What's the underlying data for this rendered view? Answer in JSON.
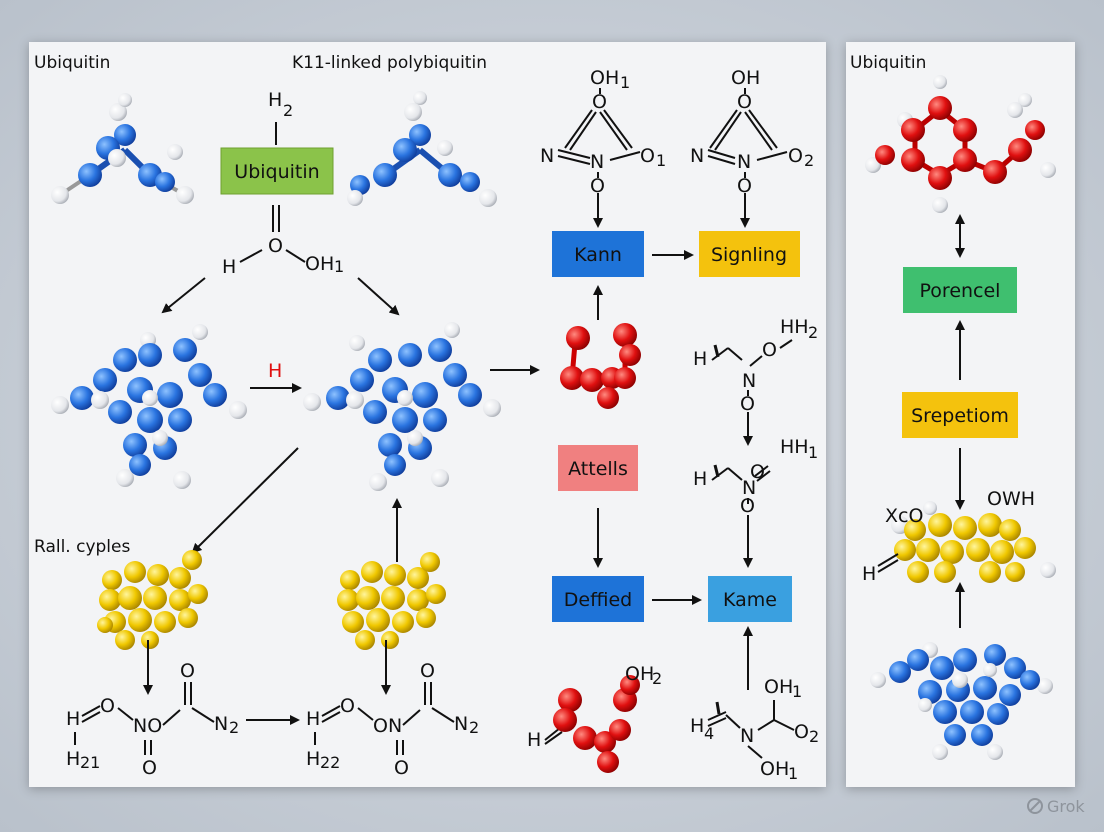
{
  "main_panel": {
    "label_left": "Ubiquitin",
    "label_center": "K11-linked polybiquitin",
    "label_cycles": "Rall. cyples"
  },
  "side_panel": {
    "label": "Ubiquitin"
  },
  "boxes": {
    "ubiquitin": {
      "label": "Ubiquitin",
      "color": "#8bc34a"
    },
    "kann": {
      "label": "Kann",
      "color": "#1e73d8"
    },
    "signling": {
      "label": "Signling",
      "color": "#f4c20d"
    },
    "attells": {
      "label": "Attells",
      "color": "#f08080"
    },
    "deffied": {
      "label": "Deffied",
      "color": "#1e73d8"
    },
    "kame": {
      "label": "Kame",
      "color": "#3aa0e0"
    },
    "porencel": {
      "label": "Porencel",
      "color": "#3fbf6f"
    },
    "srepetiom": {
      "label": "Srepetiom",
      "color": "#f4c20d"
    }
  },
  "formulas": {
    "f_h2_top": "H",
    "f_h2_top_sub": "2",
    "f_h": "H",
    "f_o": "O",
    "f_oh1": "OH",
    "f_oh1_sub": "1",
    "f_h_red": "H",
    "r1_oh": "OH",
    "r1_oh_sub": "1",
    "r1_o": "O",
    "r1_n": "N",
    "r1_n2": "N",
    "r1_o1": "O",
    "r1_o1_sub": "1",
    "r1_o_bottom": "O",
    "r2_oh": "OH",
    "r2_o": "O",
    "r2_n": "N",
    "r2_n2": "N",
    "r2_o2": "O",
    "r2_o2_sub": "2",
    "r2_o_bottom": "O",
    "m1_hh2": "HH",
    "m1_hh2_sub": "2",
    "m1_h": "H",
    "m1_o": "O",
    "m1_n": "N",
    "m1_o_bottom": "O",
    "m2_hh1": "HH",
    "m2_hh1_sub": "1",
    "m2_h": "H",
    "m2_n": "N",
    "m2_o": "O",
    "m2_o_bottom": "O",
    "b1_h": "H",
    "b1_o": "O",
    "b1_h21": "H",
    "b1_h21_sub": "21",
    "b1_no": "NO",
    "b1_o_top": "O",
    "b1_o_bottom": "O",
    "b1_n2": "N",
    "b1_n2_sub": "2",
    "b2_h": "H",
    "b2_o": "O",
    "b2_h22": "H",
    "b2_h22_sub": "22",
    "b2_no": "ON",
    "b2_o_top": "O",
    "b2_o_bottom": "O",
    "b2_n2": "N",
    "b2_n2_sub": "2",
    "oh2_red": "OH",
    "oh2_red_sub": "2",
    "h_red_mol": "H",
    "br_h4": "H",
    "br_h4_sub": "4",
    "br_n": "N",
    "br_oh1_top": "OH",
    "br_oh1_top_sub": "1",
    "br_o2": "O",
    "br_o2_sub": "2",
    "br_oh1_bottom": "OH",
    "br_oh1_bottom_sub": "1",
    "side_xo": "XcO",
    "side_owh": "OWH",
    "side_h": "H"
  },
  "watermark": "Grok"
}
